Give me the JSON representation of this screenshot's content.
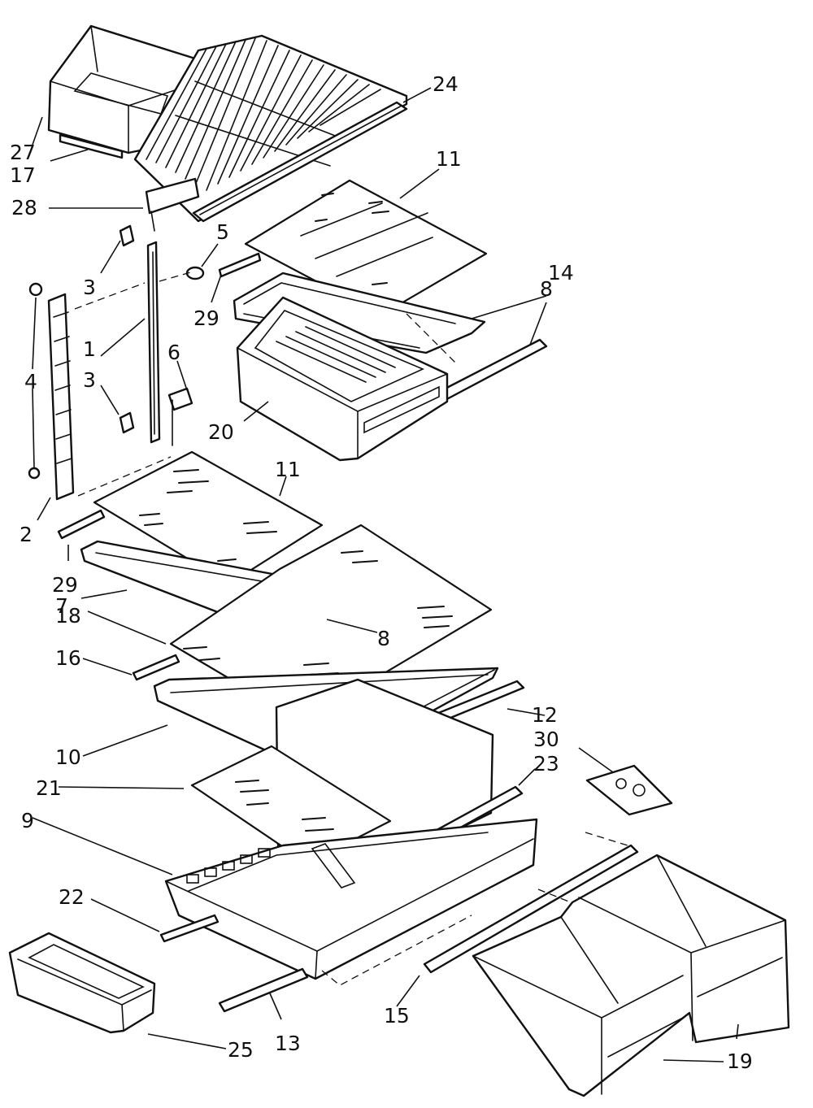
{
  "diagram": {
    "callouts": [
      {
        "id": "c27",
        "label": "27"
      },
      {
        "id": "c17",
        "label": "17"
      },
      {
        "id": "c24",
        "label": "24"
      },
      {
        "id": "c28",
        "label": "28"
      },
      {
        "id": "c11a",
        "label": "11"
      },
      {
        "id": "c5",
        "label": "5"
      },
      {
        "id": "c3a",
        "label": "3"
      },
      {
        "id": "c29a",
        "label": "29"
      },
      {
        "id": "c14",
        "label": "14"
      },
      {
        "id": "c8a",
        "label": "8"
      },
      {
        "id": "c4",
        "label": "4"
      },
      {
        "id": "c1",
        "label": "1"
      },
      {
        "id": "c6",
        "label": "6"
      },
      {
        "id": "c3b",
        "label": "3"
      },
      {
        "id": "c20",
        "label": "20"
      },
      {
        "id": "c2",
        "label": "2"
      },
      {
        "id": "c11b",
        "label": "11"
      },
      {
        "id": "c29b",
        "label": "29"
      },
      {
        "id": "c7",
        "label": "7"
      },
      {
        "id": "c8b",
        "label": "8"
      },
      {
        "id": "c18",
        "label": "18"
      },
      {
        "id": "c16",
        "label": "16"
      },
      {
        "id": "c12",
        "label": "12"
      },
      {
        "id": "c30",
        "label": "30"
      },
      {
        "id": "c10",
        "label": "10"
      },
      {
        "id": "c23",
        "label": "23"
      },
      {
        "id": "c21",
        "label": "21"
      },
      {
        "id": "c9",
        "label": "9"
      },
      {
        "id": "c22",
        "label": "22"
      },
      {
        "id": "c15",
        "label": "15"
      },
      {
        "id": "c13",
        "label": "13"
      },
      {
        "id": "c25",
        "label": "25"
      },
      {
        "id": "c19",
        "label": "19"
      }
    ]
  }
}
